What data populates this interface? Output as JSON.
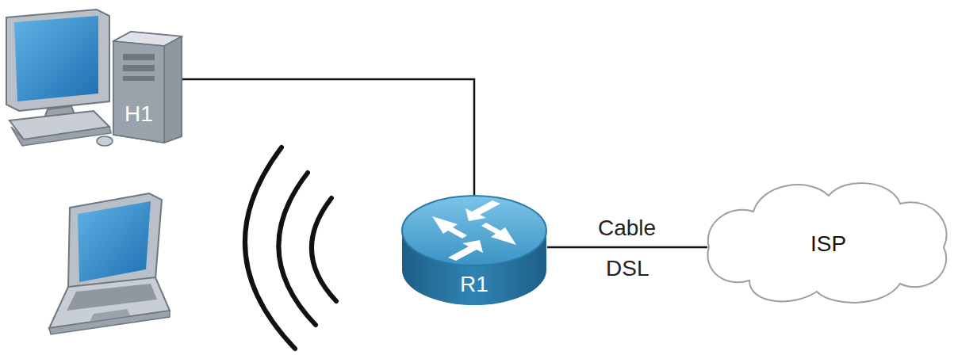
{
  "diagram": {
    "nodes": [
      {
        "text": [
          "H1"
        ]
      },
      {
        "text": [
          "R1"
        ]
      },
      {
        "text": [
          "ISP"
        ]
      }
    ],
    "edges": [
      {
        "from": 0,
        "to": 1,
        "arrow": "none"
      },
      {
        "from": 1,
        "to": 2,
        "label": "Cable",
        "arrow": "none"
      }
    ],
    "labels": [
      "DSL"
    ]
  }
}
